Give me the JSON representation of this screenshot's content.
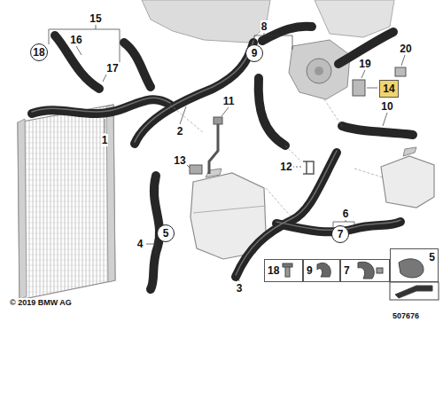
{
  "diagram": {
    "nodes": [
      {
        "text": [
          "18"
        ]
      },
      {
        "text": [
          "9"
        ]
      },
      {
        "text": [
          "14"
        ]
      },
      {
        "text": [
          "5"
        ]
      },
      {
        "text": [
          "7"
        ]
      },
      {
        "text": [
          "18"
        ]
      },
      {
        "text": [
          "9"
        ]
      },
      {
        "text": [
          "7"
        ]
      },
      {
        "text": [
          "5"
        ]
      }
    ],
    "edges": [],
    "labels": [
      "15",
      "16",
      "17",
      "1",
      "2",
      "8",
      "20",
      "19",
      "10",
      "11",
      "13",
      "12",
      "4",
      "6",
      "3",
      "© 2019 BMW AG",
      "507676"
    ]
  }
}
